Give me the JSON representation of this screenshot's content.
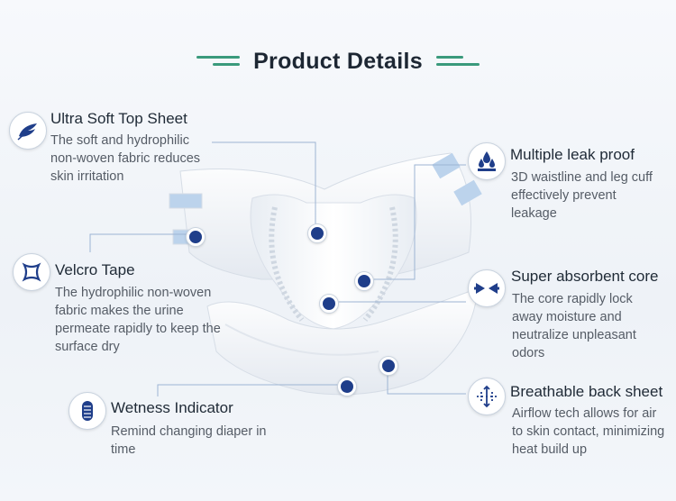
{
  "title": "Product Details",
  "accent_color": "#3a9a7c",
  "icon_color": "#1f3e8a",
  "features": [
    {
      "title": "Ultra Soft Top Sheet",
      "desc": "The soft and hydrophilic non-woven fabric reduces skin irritation",
      "icon": "feather-icon"
    },
    {
      "title": "Velcro Tape",
      "desc": "The hydrophilic non-woven fabric makes the urine permeate rapidly to keep the surface dry",
      "icon": "tape-icon"
    },
    {
      "title": "Wetness Indicator",
      "desc": "Remind changing diaper in time",
      "icon": "indicator-icon"
    },
    {
      "title": "Multiple leak proof",
      "desc": "3D waistline and leg cuff effectively prevent leakage",
      "icon": "droplets-icon"
    },
    {
      "title": "Super absorbent core",
      "desc": "The core rapidly lock away moisture and neutralize unpleasant odors",
      "icon": "absorb-arrows-icon"
    },
    {
      "title": "Breathable back sheet",
      "desc": "Airflow tech allows for air to skin contact, minimizing heat build up",
      "icon": "airflow-icon"
    }
  ]
}
